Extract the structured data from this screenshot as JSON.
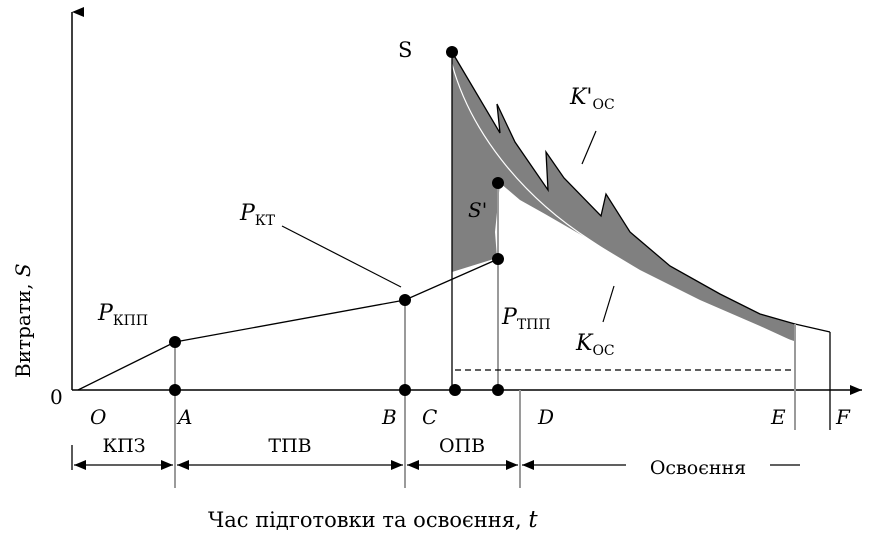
{
  "axes": {
    "origin_label": "0",
    "y_label_main": "Витрати, ",
    "y_label_symbol": "S",
    "x_label_main": "Час підготовки та освоєння, ",
    "x_label_symbol": "t"
  },
  "points": {
    "O": "O",
    "A": "A",
    "B": "B",
    "C": "C",
    "D": "D",
    "E": "E",
    "F": "F"
  },
  "curves": {
    "S": "S",
    "S_prime": "S'",
    "P_kpp_base": "P",
    "P_kpp_sub": "КПП",
    "P_kt_base": "P",
    "P_kt_sub": "КТ",
    "P_tpp_base": "P",
    "P_tpp_sub": "ТПП",
    "K_prime_os_base": "K'",
    "K_prime_os_sub": "ОС",
    "K_os_base": "K",
    "K_os_sub": "ОС"
  },
  "phases": {
    "kpz": "КПЗ",
    "tpv": "ТПВ",
    "opv": "ОПВ",
    "osvoennia": "Освоєння"
  },
  "colors": {
    "line": "#000000",
    "shaded": "#808080",
    "gray_line": "#9a9a9a"
  }
}
